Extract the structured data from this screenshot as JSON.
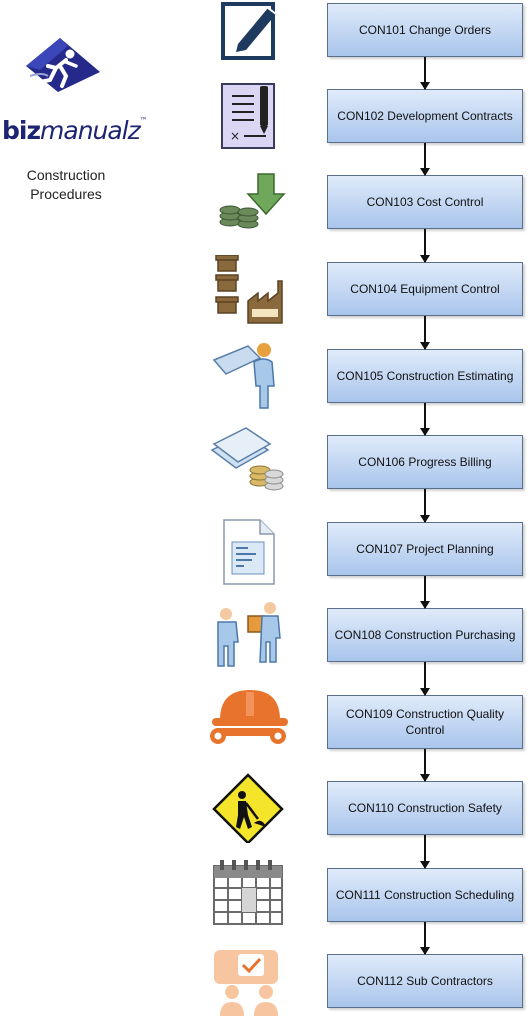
{
  "logo": {
    "brand_part1": "biz",
    "brand_part2": "manualz",
    "trademark": "™",
    "subtitle": "Construction Procedures"
  },
  "steps": [
    {
      "label": "CON101 Change Orders",
      "icon": "edit-document-icon"
    },
    {
      "label": "CON102 Development Contracts",
      "icon": "contract-signing-icon"
    },
    {
      "label": "CON103 Cost Control",
      "icon": "money-coins-icon"
    },
    {
      "label": "CON104 Equipment Control",
      "icon": "boxes-factory-icon"
    },
    {
      "label": "CON105 Construction Estimating",
      "icon": "engineer-blueprint-icon"
    },
    {
      "label": "CON106 Progress Billing",
      "icon": "documents-coins-icon"
    },
    {
      "label": "CON107 Project Planning",
      "icon": "planning-document-icon"
    },
    {
      "label": "CON108 Construction Purchasing",
      "icon": "purchase-handover-icon"
    },
    {
      "label": "CON109 Construction Quality Control",
      "icon": "hardhat-wrench-icon"
    },
    {
      "label": "CON110 Construction Safety",
      "icon": "men-at-work-sign-icon"
    },
    {
      "label": "CON111 Construction Scheduling",
      "icon": "calendar-icon"
    },
    {
      "label": "CON112 Sub Contractors",
      "icon": "people-chat-icon"
    }
  ],
  "colors": {
    "box_top": "#e0ebfa",
    "box_bottom": "#a9c5ec",
    "box_border": "#5a6f8c",
    "brand_navy": "#1d2573"
  }
}
